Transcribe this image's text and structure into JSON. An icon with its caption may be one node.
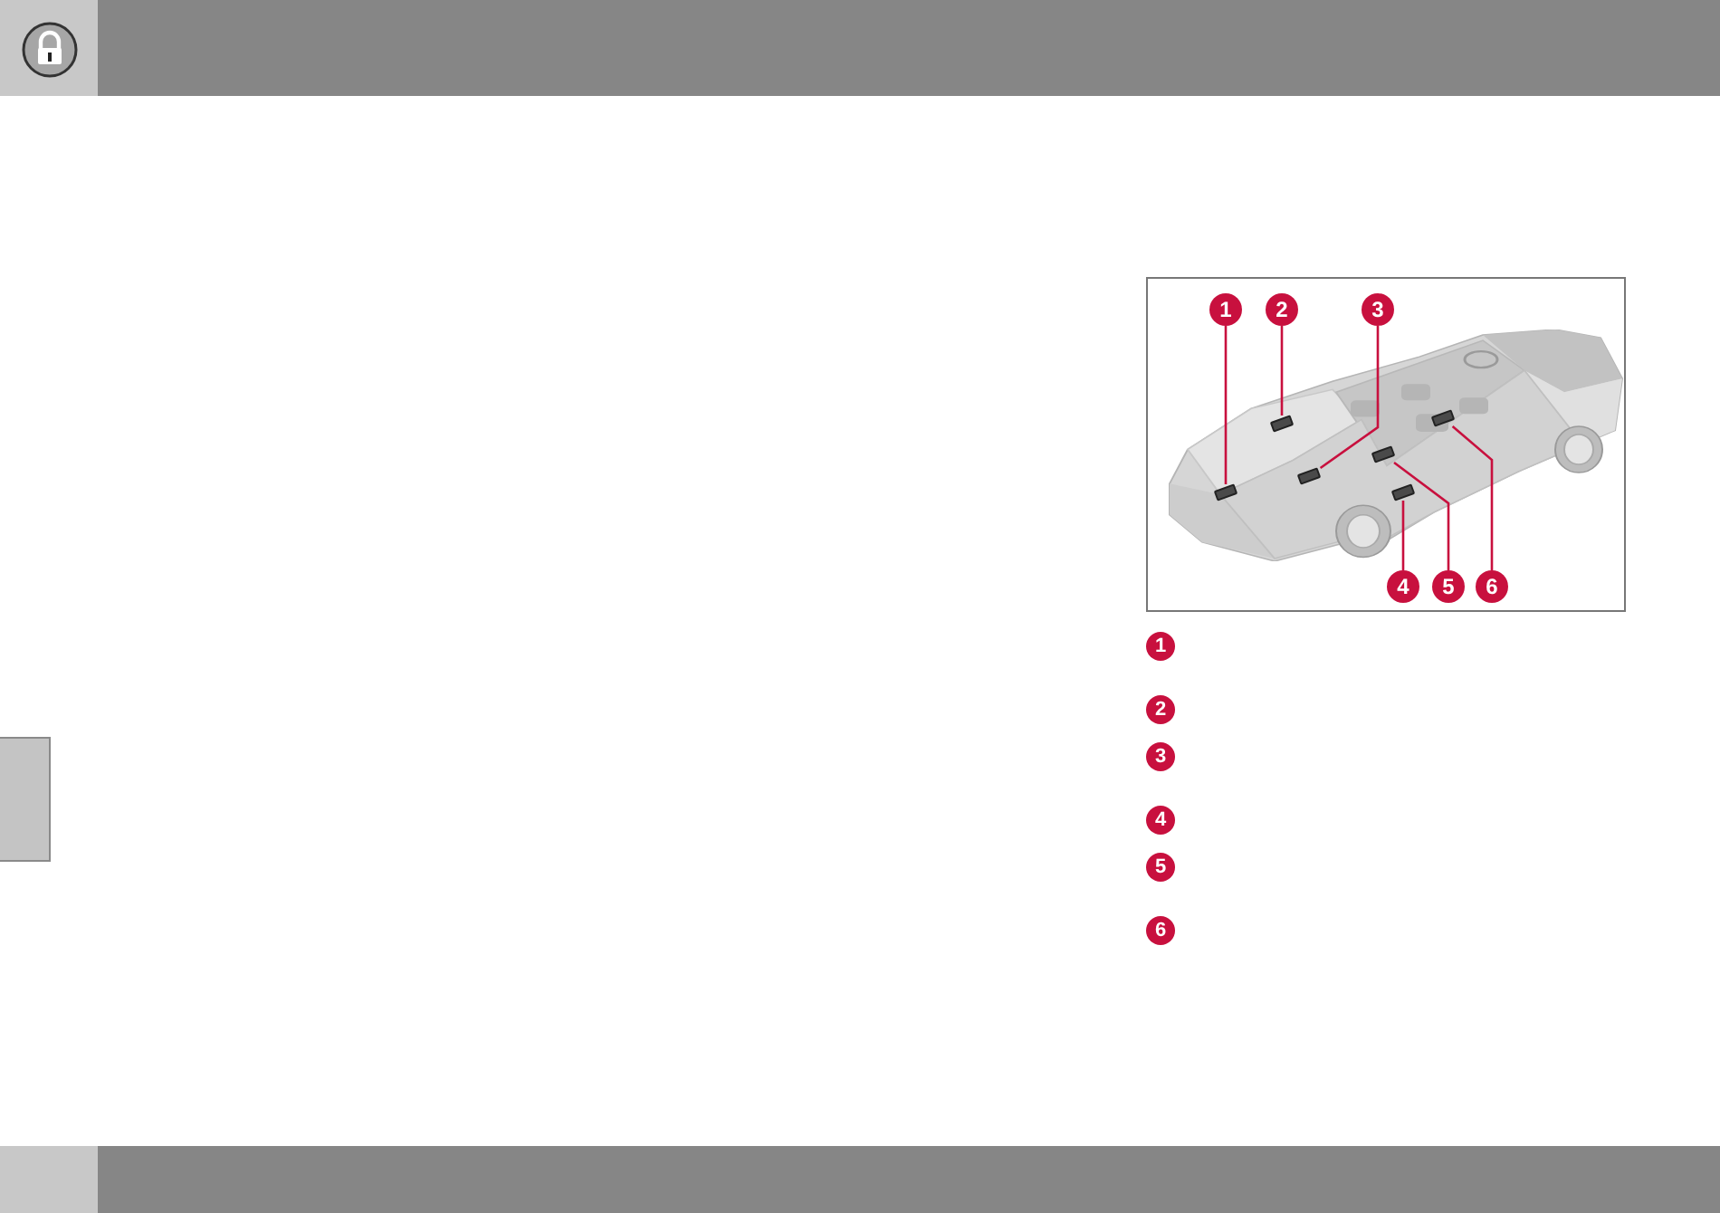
{
  "diagram": {
    "nodes": [
      {
        "text": [
          "1"
        ]
      },
      {
        "text": [
          "2"
        ]
      },
      {
        "text": [
          "3"
        ]
      },
      {
        "text": [
          "4"
        ]
      },
      {
        "text": [
          "5"
        ]
      },
      {
        "text": [
          "6"
        ]
      },
      {
        "text": [],
        "shape": "box"
      },
      {
        "text": [],
        "shape": "box"
      },
      {
        "text": [],
        "shape": "box"
      },
      {
        "text": [],
        "shape": "box"
      },
      {
        "text": [],
        "shape": "box"
      },
      {
        "text": [],
        "shape": "box"
      },
      {
        "text": [
          "1"
        ]
      },
      {
        "text": [
          "2"
        ]
      },
      {
        "text": [
          "3"
        ]
      },
      {
        "text": [
          "4"
        ]
      },
      {
        "text": [
          "5"
        ]
      },
      {
        "text": [
          "6"
        ]
      }
    ],
    "edges": [
      {
        "from": 0,
        "to": 6,
        "arrow": "none"
      },
      {
        "from": 1,
        "to": 7,
        "arrow": "none"
      },
      {
        "from": 2,
        "to": 8,
        "arrow": "none"
      },
      {
        "from": 3,
        "to": 10,
        "arrow": "none"
      },
      {
        "from": 4,
        "to": 9,
        "arrow": "none"
      },
      {
        "from": 5,
        "to": 11,
        "arrow": "none"
      }
    ]
  }
}
